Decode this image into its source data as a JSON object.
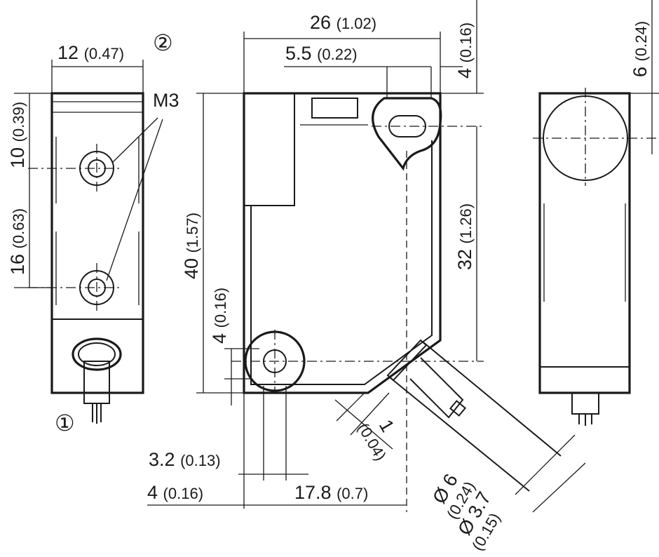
{
  "dimensions": {
    "left_width": {
      "mm": "12",
      "inch": "(0.47)"
    },
    "left_top_hole": {
      "mm": "10",
      "inch": "(0.39)"
    },
    "left_hole_spacing": {
      "mm": "16",
      "inch": "(0.63)"
    },
    "front_width": {
      "mm": "26",
      "inch": "(1.02)"
    },
    "front_hole_offset": {
      "mm": "5.5",
      "inch": "(0.22)"
    },
    "front_top_edge": {
      "mm": "4",
      "inch": "(0.16)"
    },
    "side_circle": {
      "mm": "6",
      "inch": "(0.24)"
    },
    "front_height": {
      "mm": "40",
      "inch": "(1.57)"
    },
    "front_hole_spacing": {
      "mm": "32",
      "inch": "(1.26)"
    },
    "front_bottom_hole": {
      "mm": "4",
      "inch": "(0.16)"
    },
    "cable_offset": {
      "mm": "1",
      "inch": "(0.04)"
    },
    "hole_diameter": {
      "mm": "3.2",
      "inch": "(0.13)"
    },
    "bottom_left_offset": {
      "mm": "4",
      "inch": "(0.16)"
    },
    "bottom_to_cable": {
      "mm": "17.8",
      "inch": "(0.7)"
    },
    "cable_outer": {
      "mm": "Ø 6",
      "inch": "(0.24)"
    },
    "cable_inner": {
      "mm": "Ø 3.7",
      "inch": "(0.15)"
    }
  },
  "labels": {
    "thread": "M3",
    "marker_1": "①",
    "marker_2": "②"
  }
}
